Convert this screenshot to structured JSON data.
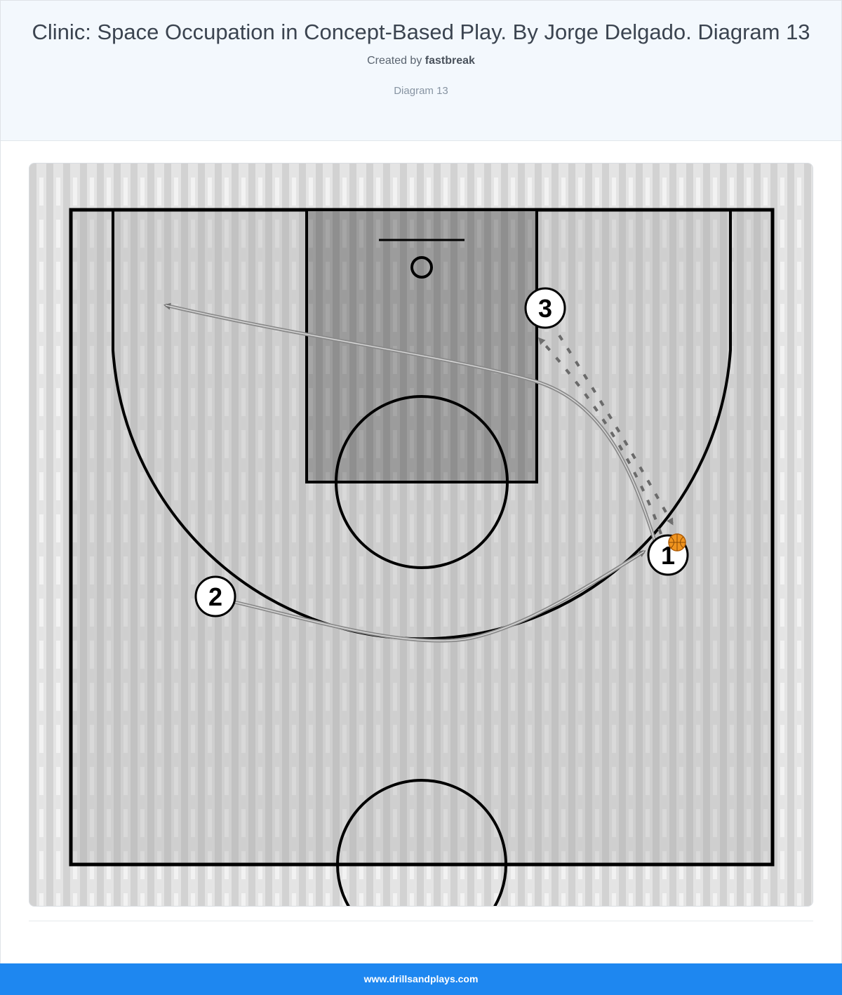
{
  "header": {
    "title": "Clinic: Space Occupation in Concept-Based Play. By Jorge Delgado. Diagram 13",
    "created_by_prefix": "Created by",
    "author": "fastbreak",
    "subtitle": "Diagram 13"
  },
  "diagram": {
    "players": [
      {
        "number": "1",
        "has_ball": true
      },
      {
        "number": "2",
        "has_ball": false
      },
      {
        "number": "3",
        "has_ball": false
      }
    ],
    "colors": {
      "court_light": "#d6d6d6",
      "paint": "#9a9a9a",
      "lines": "#000000",
      "movement": "#7a7a7a",
      "ball": "#f0941e"
    },
    "icons": [
      "basketball-icon"
    ]
  },
  "footer": {
    "site": "www.drillsandplays.com"
  }
}
